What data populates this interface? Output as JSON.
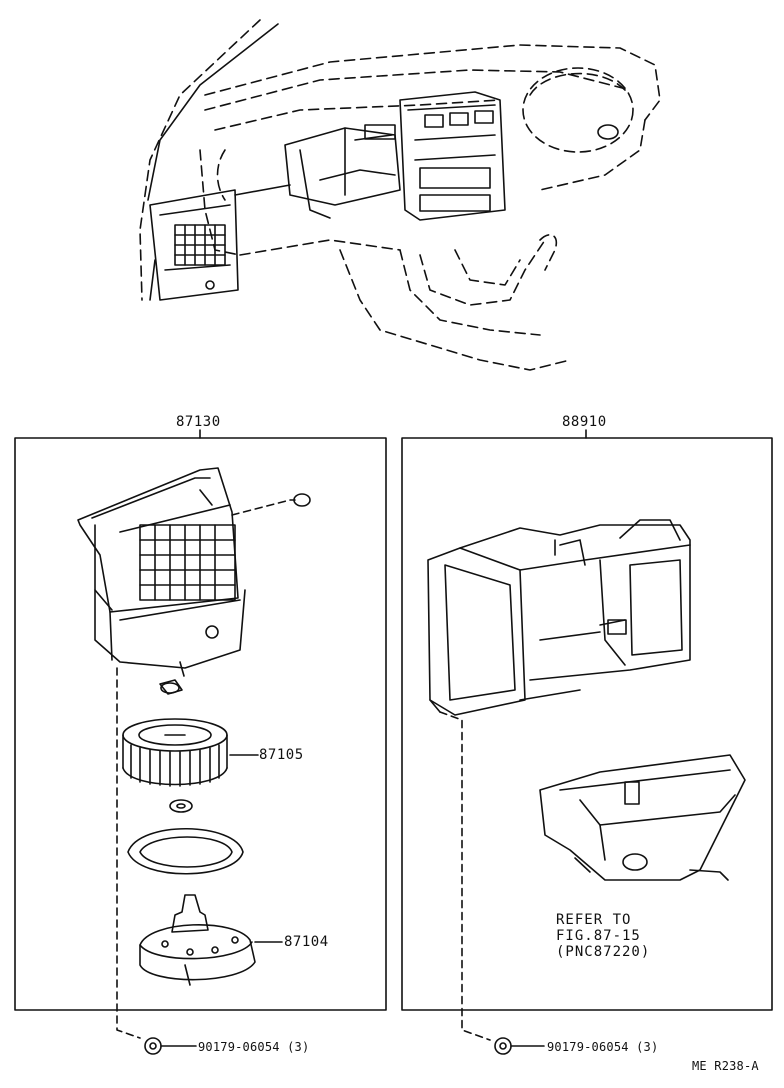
{
  "groups": {
    "left": {
      "part_number": "87130"
    },
    "right": {
      "part_number": "88910"
    }
  },
  "callouts": {
    "fan": "87105",
    "motor": "87104",
    "screw_left": "90179-06054 (3)",
    "screw_right": "90179-06054 (3)"
  },
  "reference": {
    "line1": "REFER TO",
    "line2": "FIG.87-15",
    "line3": "(PNC87220)"
  },
  "diagram_code": "ME R238-A",
  "colors": {
    "ink": "#111111",
    "background": "#ffffff"
  }
}
